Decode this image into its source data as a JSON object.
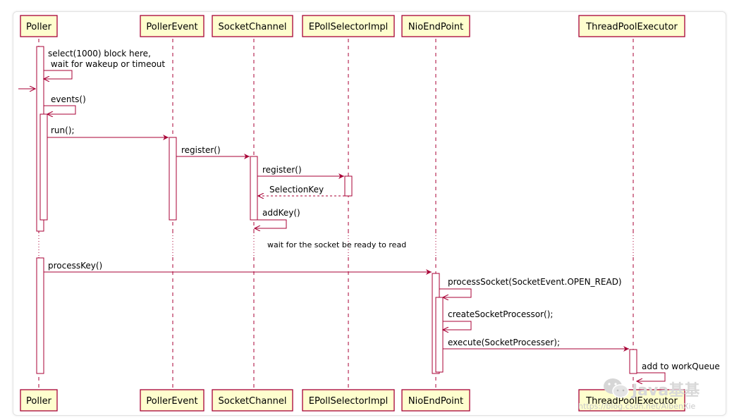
{
  "participants": [
    "Poller",
    "PollerEvent",
    "SocketChannel",
    "EPollSelectorImpl",
    "NioEndPoint",
    "ThreadPoolExecutor"
  ],
  "messages": {
    "select": [
      "select(1000) block here,",
      " wait for wakeup or timeout"
    ],
    "events": "events()",
    "run": "run();",
    "register_pe": "register()",
    "register_sc": "register()",
    "selection_key": "SelectionKey",
    "add_key": "addKey()",
    "wait_note": "wait for the socket be ready to read",
    "process_key": "processKey()",
    "process_socket": "processSocket(SocketEvent.OPEN_READ)",
    "create_processor": "createSocketProcessor();",
    "execute": "execute(SocketProcesser);",
    "add_to_queue": "add to workQueue"
  },
  "watermark": {
    "brand": "Java基基",
    "url": "https://blog.csdn.net/AlbenXie"
  },
  "colors": {
    "participant_fill": "#FEFECE",
    "participant_border": "#A80036",
    "arrow": "#A80036",
    "lifeline": "#A80036"
  }
}
